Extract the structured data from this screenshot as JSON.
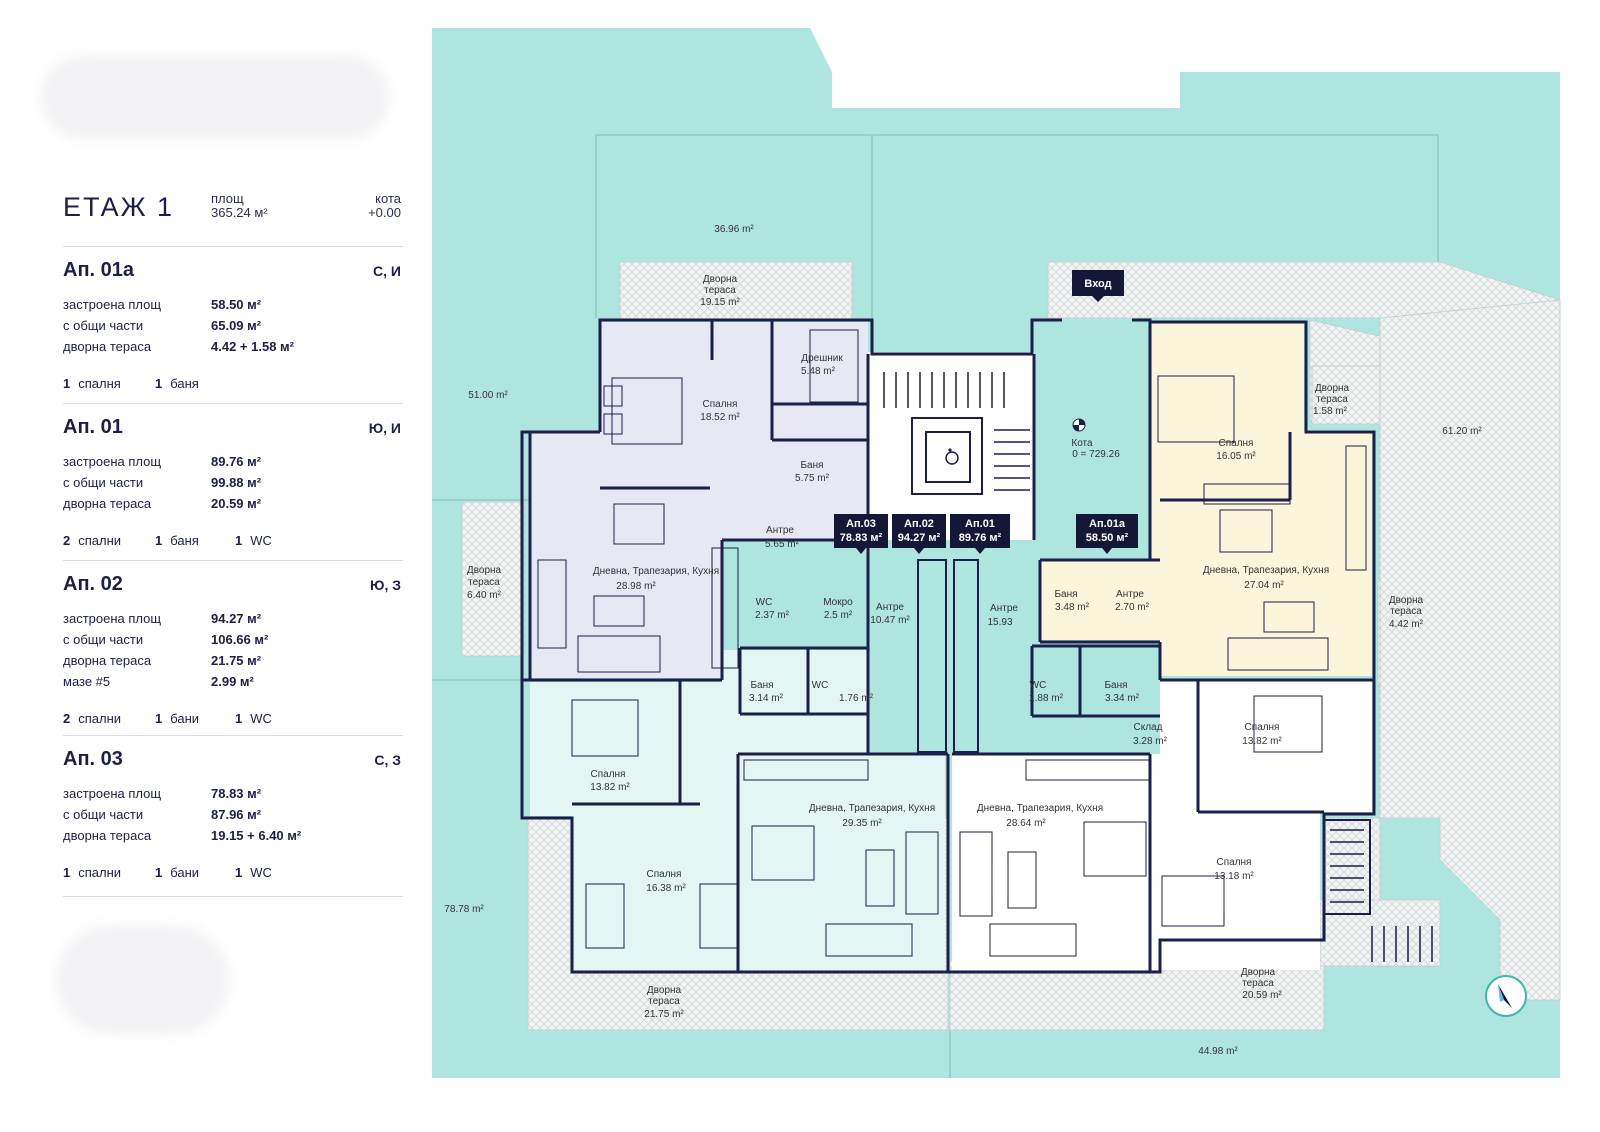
{
  "floor": {
    "title": "ЕТАЖ 1",
    "area_label": "площ",
    "area_value": "365.24 м²",
    "kota_label": "кота",
    "kota_value": "+0.00"
  },
  "apartments": [
    {
      "name": "Ап. 01а",
      "dir": "С, И",
      "rows": [
        [
          "застроена площ",
          "58.50 м²"
        ],
        [
          "с общи части",
          "65.09 м²"
        ],
        [
          "дворна тераса",
          "4.42 + 1.58 м²"
        ]
      ],
      "features": [
        [
          "1",
          "спалня"
        ],
        [
          "1",
          "баня"
        ]
      ]
    },
    {
      "name": "Ап. 01",
      "dir": "Ю, И",
      "rows": [
        [
          "застроена площ",
          "89.76 м²"
        ],
        [
          "с общи части",
          "99.88 м²"
        ],
        [
          "дворна тераса",
          "20.59 м²"
        ]
      ],
      "features": [
        [
          "2",
          "спални"
        ],
        [
          "1",
          "баня"
        ],
        [
          "1",
          "WC"
        ]
      ]
    },
    {
      "name": "Ап. 02",
      "dir": "Ю, З",
      "rows": [
        [
          "застроена площ",
          "94.27 м²"
        ],
        [
          "с общи части",
          "106.66 м²"
        ],
        [
          "дворна тераса",
          "21.75 м²"
        ],
        [
          "мазе #5",
          "2.99 м²"
        ]
      ],
      "features": [
        [
          "2",
          "спални"
        ],
        [
          "1",
          "бани"
        ],
        [
          "1",
          "WC"
        ]
      ]
    },
    {
      "name": "Ап. 03",
      "dir": "С, З",
      "rows": [
        [
          "застроена площ",
          "78.83 м²"
        ],
        [
          "с общи части",
          "87.96 м²"
        ],
        [
          "дворна тераса",
          "19.15 + 6.40 м²"
        ]
      ],
      "features": [
        [
          "1",
          "спални"
        ],
        [
          "1",
          "бани"
        ],
        [
          "1",
          "WC"
        ]
      ]
    }
  ],
  "plan": {
    "tags": [
      "Ап.03",
      "78.83 м²",
      "Ап.02",
      "94.27 м²",
      "Ап.01",
      "89.76 м²",
      "Ап.01а",
      "58.50 м²"
    ],
    "entrance": "Вход",
    "rooms": [
      "36.96 m²",
      "51.00 m²",
      "61.20 m²",
      "78.78 m²",
      "44.98 m²",
      "Дворна",
      "тераса",
      "19.15 m²",
      "Дрешник",
      "5.48 m²",
      "Спалня",
      "18.52 m²",
      "Баня",
      "5.75 m²",
      "Антре",
      "5.65 m²",
      "Дневна, Трапезария, Кухня",
      "28.98 m²",
      "WC",
      "2.37 m²",
      "Мокро",
      "2.5 m²",
      "Баня",
      "3.14 m²",
      "WC",
      "1.76 m²",
      "Антре",
      "10.47 m²",
      "Антре",
      "15.93",
      "Кота",
      "0 = 729.26",
      "Спалня",
      "16.05 m²",
      "Дворна",
      "тераса",
      "1.58 m²",
      "Баня",
      "3.48 m²",
      "Антре",
      "2.70 m²",
      "Дневна, Трапезария, Кухня",
      "27.04 m²",
      "Дворна",
      "тераса",
      "4.42 m²",
      "Дворна",
      "тераса",
      "6.40 m²",
      "WC",
      "1.88 m²",
      "Баня",
      "3.34 m²",
      "Склад",
      "3.28 m²",
      "Спалня",
      "13.82 m²",
      "Спалня",
      "13.82 m²",
      "Дневна, Трапезария, Кухня",
      "29.35 m²",
      "Дневна, Трапезария, Кухня",
      "28.64 m²",
      "Спалня",
      "16.38 m²",
      "Спалня",
      "13.18 m²",
      "Дворна",
      "тераса",
      "21.75 m²",
      "Дворна",
      "тераса",
      "20.59 m²"
    ]
  },
  "colors": {
    "green": "#aee6df",
    "apt03": "#e7e8f4",
    "apt02": "#e3f6f4",
    "apt01a": "#fbf5dc",
    "wall": "#1b1f4a",
    "tag": "#141838"
  }
}
